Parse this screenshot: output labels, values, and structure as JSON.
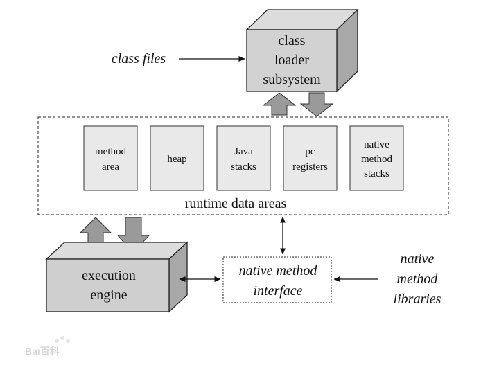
{
  "inputs": {
    "class_files": "class files"
  },
  "class_loader": {
    "lines": [
      "class",
      "loader",
      "subsystem"
    ]
  },
  "runtime": {
    "label": "runtime data areas",
    "areas": [
      {
        "lines": [
          "method",
          "area"
        ]
      },
      {
        "lines": [
          "heap"
        ]
      },
      {
        "lines": [
          "Java",
          "stacks"
        ]
      },
      {
        "lines": [
          "pc",
          "registers"
        ]
      },
      {
        "lines": [
          "native",
          "method",
          "stacks"
        ]
      }
    ]
  },
  "execution_engine": {
    "lines": [
      "execution",
      "engine"
    ]
  },
  "native_interface": {
    "lines": [
      "native method",
      "interface"
    ]
  },
  "native_libraries": {
    "lines": [
      "native",
      "method",
      "libraries"
    ]
  },
  "watermark": {
    "text": "Bai百科"
  },
  "colors": {
    "box_fill": "#e6e6e6",
    "box_front": "#cfcfcf",
    "box_side": "#a8a8a8",
    "box_top": "#dcdcdc",
    "arrow_fill": "#9a9a9a",
    "stroke": "#222222"
  }
}
